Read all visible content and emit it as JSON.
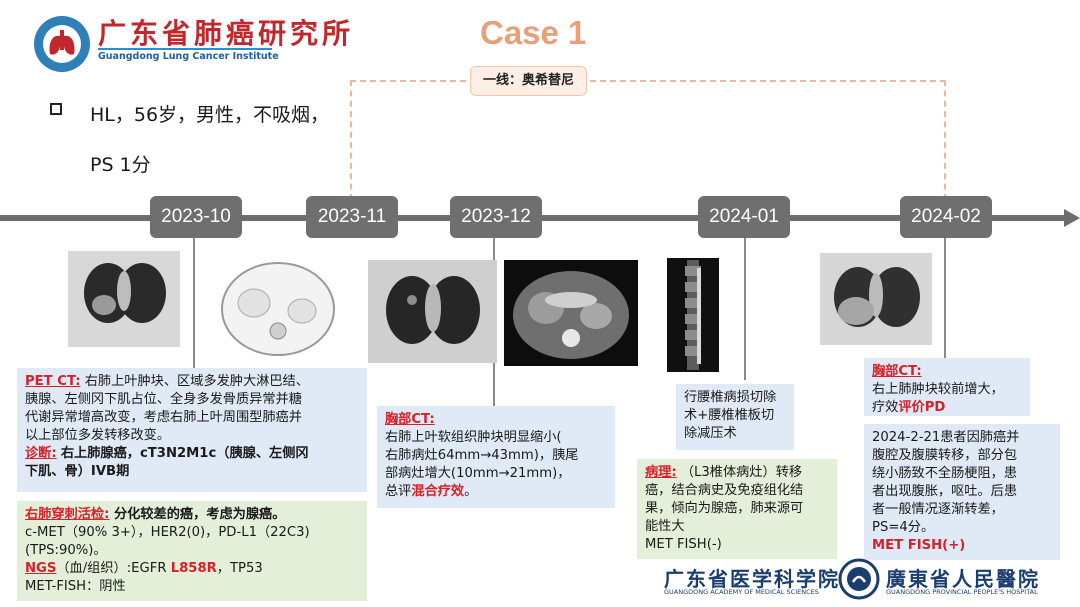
{
  "header": {
    "institute_cn": "广东省肺癌研究所",
    "institute_en": "Guangdong Lung Cancer Institute",
    "case_title": "Case 1"
  },
  "therapy": {
    "first_line": "一线：奥希替尼"
  },
  "patient": {
    "line1": "HL，56岁，男性，不吸烟，",
    "line2": "PS 1分"
  },
  "timeline": {
    "dates": [
      "2023-10",
      "2023-11",
      "2023-12",
      "2024-01",
      "2024-02"
    ]
  },
  "pet_ct": {
    "label": "PET CT:",
    "lines": [
      "右肺上叶肿块、区域多发肿大淋巴结、",
      "胰腺、左侧冈下肌占位、全身多发骨质异常并糖",
      "代谢异常增高改变，考虑右肺上叶周围型肺癌并",
      "以上部位多发转移改变。"
    ],
    "diag_label": "诊断:",
    "diag_text1": "右上肺腺癌，cT3N2M1c（胰腺、左侧冈",
    "diag_text2": "下肌、骨）IVB期"
  },
  "biopsy": {
    "label": "右肺穿刺活检:",
    "text": " 分化较差的癌，考虑为腺癌。",
    "line2": "c-MET（90% 3+），HER2(0)，PD-L1（22C3)",
    "line3": "(TPS:90%)。",
    "ngs_label": "NGS",
    "ngs_text": "（血/组织）:EGFR ",
    "ngs_mut": "L858R",
    "ngs_tail": "，TP53",
    "line5": "MET-FISH：阴性"
  },
  "chest_ct_1": {
    "label": "胸部CT:",
    "lines": [
      "右肺上叶软组织肿块明显缩小(",
      "右肺病灶64mm→43mm)，胰尾",
      "部病灶增大(10mm→21mm)，"
    ],
    "tail_prefix": "总评",
    "tail_red": "混合疗效",
    "tail_suffix": "。"
  },
  "surgery": {
    "lines": [
      "行腰椎病损切除",
      "术+腰椎椎板切",
      "除减压术"
    ]
  },
  "pathology": {
    "label": "病理:",
    "first": " （L3椎体病灶）转移",
    "lines": [
      "癌，结合病史及免疫组化结",
      "果，倾向为腺癌，肺来源可",
      "能性大"
    ],
    "fish": "MET FISH(-)"
  },
  "chest_ct_2": {
    "label": "胸部CT:",
    "line1": "右上肺肿块较前增大，",
    "line2_prefix": "疗效",
    "line2_red": "评价PD"
  },
  "followup": {
    "lines": [
      "2024-2-21患者因肺癌并",
      "腹腔及腹膜转移，部分包",
      "绕小肠致不全肠梗阻，患",
      "者出现腹胀，呕吐。后患",
      "者一般情况逐渐转差，",
      "PS=4分。"
    ],
    "fish": "MET FISH(+)"
  },
  "footer": {
    "academy_cn": "广东省医学科学院",
    "academy_en": "GUANGDONG ACADEMY OF MEDICAL SCIENCES",
    "hospital_cn": "廣東省人民醫院",
    "hospital_en": "GUANGDONG PROVINCIAL PEOPLE'S HOSPITAL"
  },
  "colors": {
    "accent_red": "#d6202a",
    "case_title": "#e8a07a",
    "timeline_gray": "#6f6f6f"
  }
}
